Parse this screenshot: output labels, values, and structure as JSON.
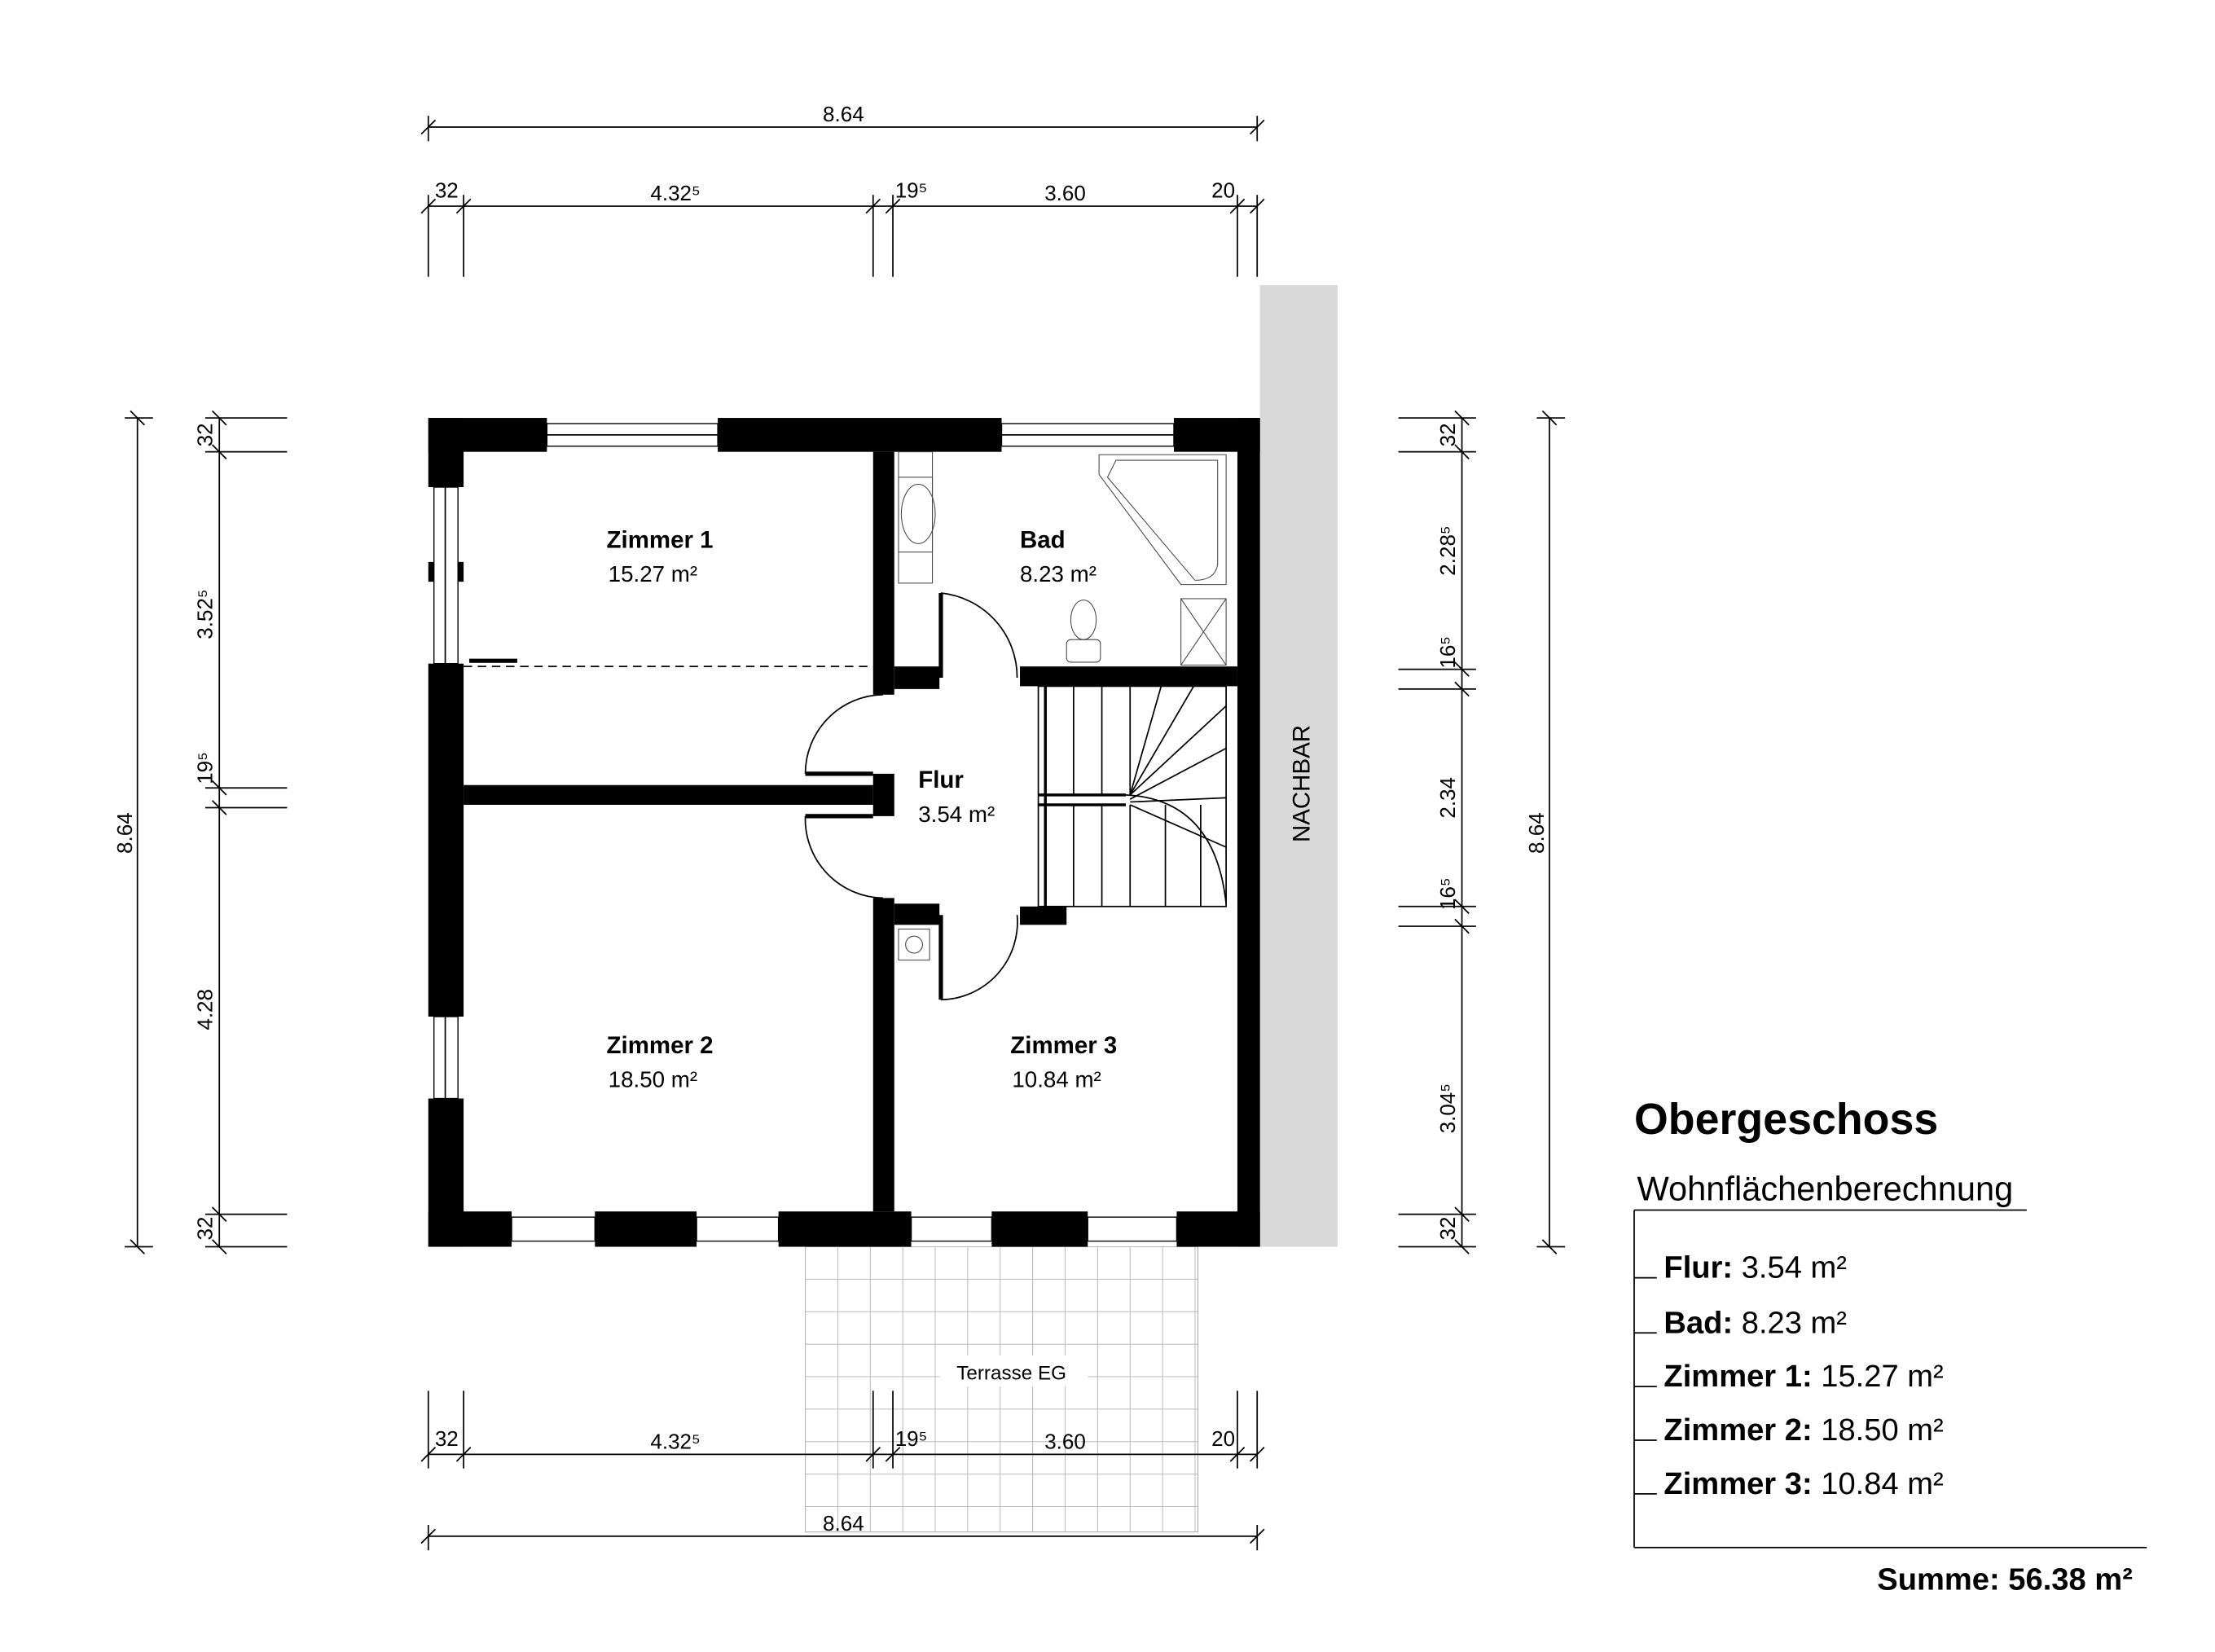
{
  "plan": {
    "neighbor_label": "NACHBAR",
    "terrace_label": "Terrasse EG",
    "rooms": {
      "zimmer1": {
        "name": "Zimmer 1",
        "area": "15.27 m²"
      },
      "bad": {
        "name": "Bad",
        "area": "8.23 m²"
      },
      "flur": {
        "name": "Flur",
        "area": "3.54 m²"
      },
      "zimmer2": {
        "name": "Zimmer 2",
        "area": "18.50 m²"
      },
      "zimmer3": {
        "name": "Zimmer 3",
        "area": "10.84 m²"
      }
    }
  },
  "dimensions": {
    "top_total": "8.64",
    "top": [
      "32",
      "4.32⁵",
      "19⁵",
      "3.60",
      "20"
    ],
    "bottom": [
      "32",
      "4.32⁵",
      "19⁵",
      "3.60",
      "20"
    ],
    "bottom_total": "8.64",
    "left_total": "8.64",
    "left": [
      "32",
      "3.52⁵",
      "19⁵",
      "4.28",
      "32"
    ],
    "right_total": "8.64",
    "right": [
      "32",
      "2.28⁵",
      "16⁵",
      "2.34",
      "16⁵",
      "3.04⁵",
      "32"
    ]
  },
  "legend": {
    "title": "Obergeschoss",
    "subtitle": "Wohnflächenberechnung",
    "items": [
      {
        "label": "Flur:",
        "value": "3.54 m²"
      },
      {
        "label": "Bad:",
        "value": "8.23 m²"
      },
      {
        "label": "Zimmer 1:",
        "value": "15.27 m²"
      },
      {
        "label": "Zimmer 2:",
        "value": "18.50 m²"
      },
      {
        "label": "Zimmer 3:",
        "value": "10.84 m²"
      }
    ],
    "sum": "Summe: 56.38 m²"
  }
}
